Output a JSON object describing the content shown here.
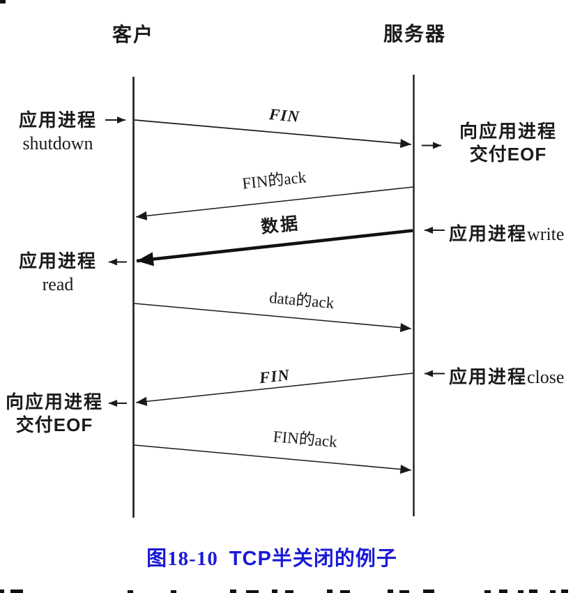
{
  "diagram": {
    "endpoints": {
      "client": "客户",
      "server": "服务器"
    },
    "messages": [
      {
        "text": "FIN",
        "from": "client",
        "to": "server",
        "style": "normal"
      },
      {
        "text": "FIN的ack",
        "from": "server",
        "to": "client",
        "style": "normal"
      },
      {
        "text": "数据",
        "from": "server",
        "to": "client",
        "style": "bold"
      },
      {
        "text": "data的ack",
        "from": "client",
        "to": "server",
        "style": "normal"
      },
      {
        "text": "FIN",
        "from": "server",
        "to": "client",
        "style": "normal"
      },
      {
        "text": "FIN的ack",
        "from": "client",
        "to": "server",
        "style": "normal"
      }
    ],
    "annotations": {
      "shutdown_cn": "应用进程",
      "shutdown_en": "shutdown",
      "deliver_eof_top_l1": "向应用进程",
      "deliver_eof_top_l2": "交付EOF",
      "write_cn": "应用进程",
      "write_en": "write",
      "read_cn": "应用进程",
      "read_en": "read",
      "close_cn": "应用进程",
      "close_en": "close",
      "deliver_eof_bottom_l1": "向应用进程",
      "deliver_eof_bottom_l2": "交付EOF"
    },
    "caption": {
      "figure_no": "图18-10",
      "title": "TCP半关闭的例子",
      "color": "#1a1ad6"
    },
    "colors": {
      "ink": "#1a1a1a",
      "caption_blue": "#1a1ad6"
    }
  }
}
